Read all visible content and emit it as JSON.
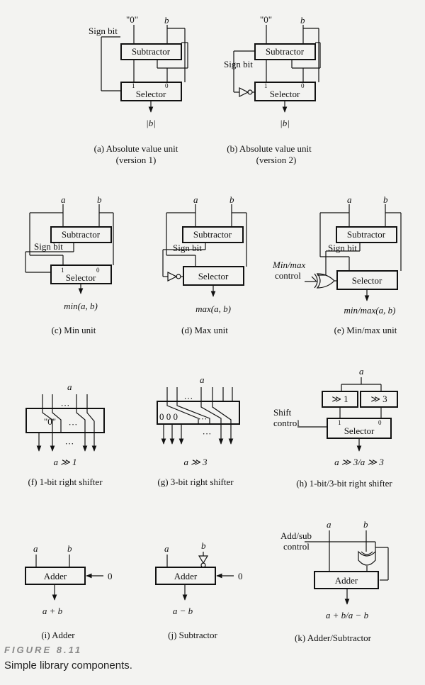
{
  "figure_label": "FIGURE 8.11",
  "figure_caption": "Simple library components.",
  "panels": {
    "a": {
      "caption": "(a)  Absolute value unit",
      "caption2": "(version 1)",
      "input_zero": "\"0\"",
      "input_b": "b",
      "sign_bit": "Sign bit",
      "subtractor": "Subtractor",
      "selector": "Selector",
      "port1": "1",
      "port0": "0",
      "output": "|b|"
    },
    "b": {
      "caption": "(b)  Absolute value unit",
      "caption2": "(version 2)",
      "input_zero": "\"0\"",
      "input_b": "b",
      "sign_bit": "Sign bit",
      "subtractor": "Subtractor",
      "selector": "Selector",
      "port1": "1",
      "port0": "0",
      "output": "|b|"
    },
    "c": {
      "caption": "(c)  Min unit",
      "input_a": "a",
      "input_b": "b",
      "sign_bit": "Sign bit",
      "subtractor": "Subtractor",
      "selector": "Selector",
      "port1": "1",
      "port0": "0",
      "output": "min(a, b)"
    },
    "d": {
      "caption": "(d)  Max unit",
      "input_a": "a",
      "input_b": "b",
      "sign_bit": "Sign bit",
      "subtractor": "Subtractor",
      "selector": "Selector",
      "output": "max(a, b)"
    },
    "e": {
      "caption": "(e)  Min/max unit",
      "input_a": "a",
      "input_b": "b",
      "sign_bit": "Sign bit",
      "subtractor": "Subtractor",
      "selector": "Selector",
      "control_line1": "Min/max",
      "control_line2": "control",
      "output": "min/max(a, b)"
    },
    "f": {
      "caption": "(f)  1-bit right shifter",
      "input_a": "a",
      "zero": "\"0\"",
      "dots": "···",
      "output": "a ≫ 1"
    },
    "g": {
      "caption": "(g)  3-bit right shifter",
      "input_a": "a",
      "zeros": "0 0 0",
      "dots": "···",
      "output": "a ≫ 3"
    },
    "h": {
      "caption": "(h)  1-bit/3-bit right shifter",
      "input_a": "a",
      "shift1": "≫ 1",
      "shift3": "≫ 3",
      "shift_control_line1": "Shift",
      "shift_control_line2": "control",
      "selector": "Selector",
      "port1": "1",
      "port0": "0",
      "output": "a ≫ 3/a ≫ 3"
    },
    "i": {
      "caption": "(i)  Adder",
      "input_a": "a",
      "input_b": "b",
      "adder": "Adder",
      "carry_in": "0",
      "output": "a + b"
    },
    "j": {
      "caption": "(j)  Subtractor",
      "input_a": "a",
      "input_b": "b",
      "adder": "Adder",
      "carry_in": "0",
      "output": "a − b"
    },
    "k": {
      "caption": "(k)  Adder/Subtractor",
      "input_a": "a",
      "input_b": "b",
      "control_line1": "Add/sub",
      "control_line2": "control",
      "adder": "Adder",
      "output": "a + b/a − b"
    }
  }
}
